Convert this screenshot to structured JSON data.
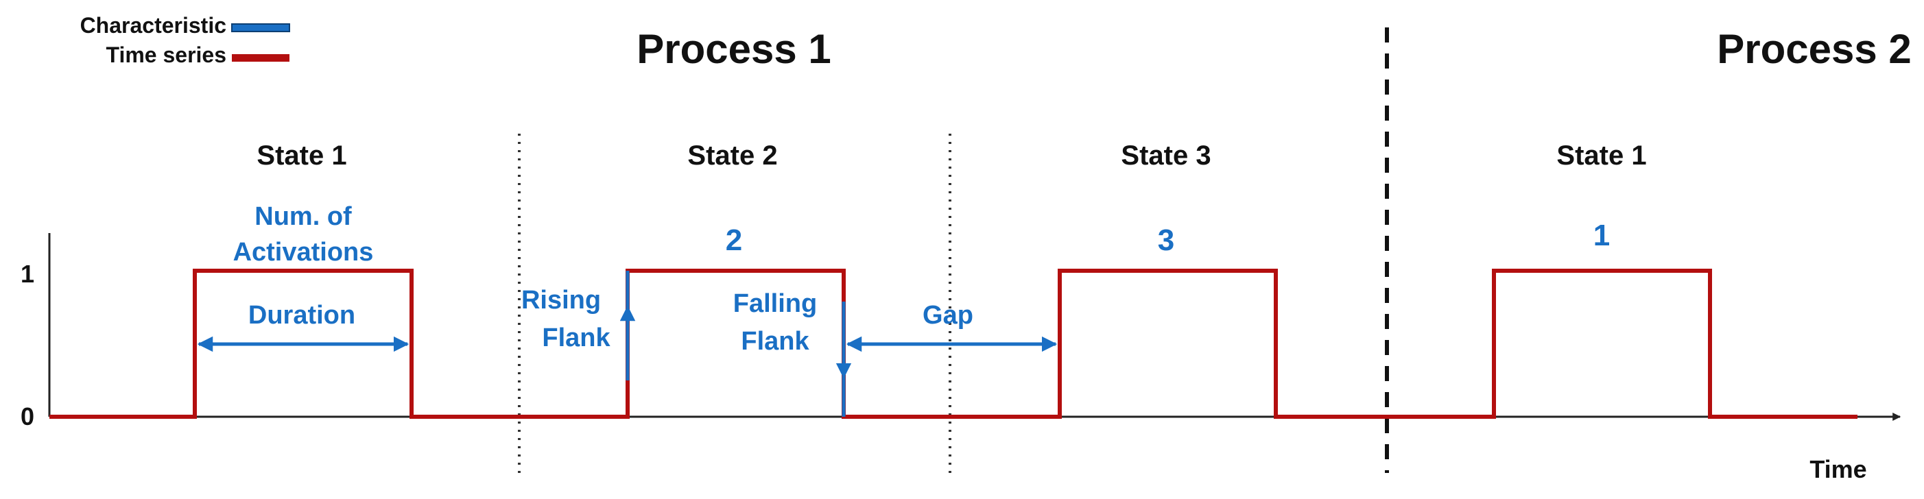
{
  "legend": {
    "characteristic_label": "Characteristic",
    "characteristic_color": "#1a6fc4",
    "time_series_label": "Time series",
    "time_series_color": "#b30f0f"
  },
  "processes": [
    "Process 1",
    "Process 2"
  ],
  "states": [
    "State 1",
    "State 2",
    "State 3",
    "State 1"
  ],
  "axis": {
    "y_ticks": [
      "1",
      "0"
    ],
    "x_label": "Time"
  },
  "signal": {
    "pulses": [
      {
        "state": "State 1",
        "count_label": ""
      },
      {
        "state": "State 2",
        "count_label": "2"
      },
      {
        "state": "State 3",
        "count_label": "3"
      },
      {
        "state": "State 1",
        "count_label": "1"
      }
    ],
    "levels": [
      0,
      1
    ]
  },
  "annotations": {
    "num_activations_line1": "Num. of",
    "num_activations_line2": "Activations",
    "duration": "Duration",
    "rising_line1": "Rising",
    "rising_line2": "Flank",
    "falling_line1": "Falling",
    "falling_line2": "Flank",
    "gap": "Gap"
  },
  "colors": {
    "signal": "#b30f0f",
    "characteristic": "#1a6fc4",
    "text": "#111111",
    "axis": "#222222"
  }
}
